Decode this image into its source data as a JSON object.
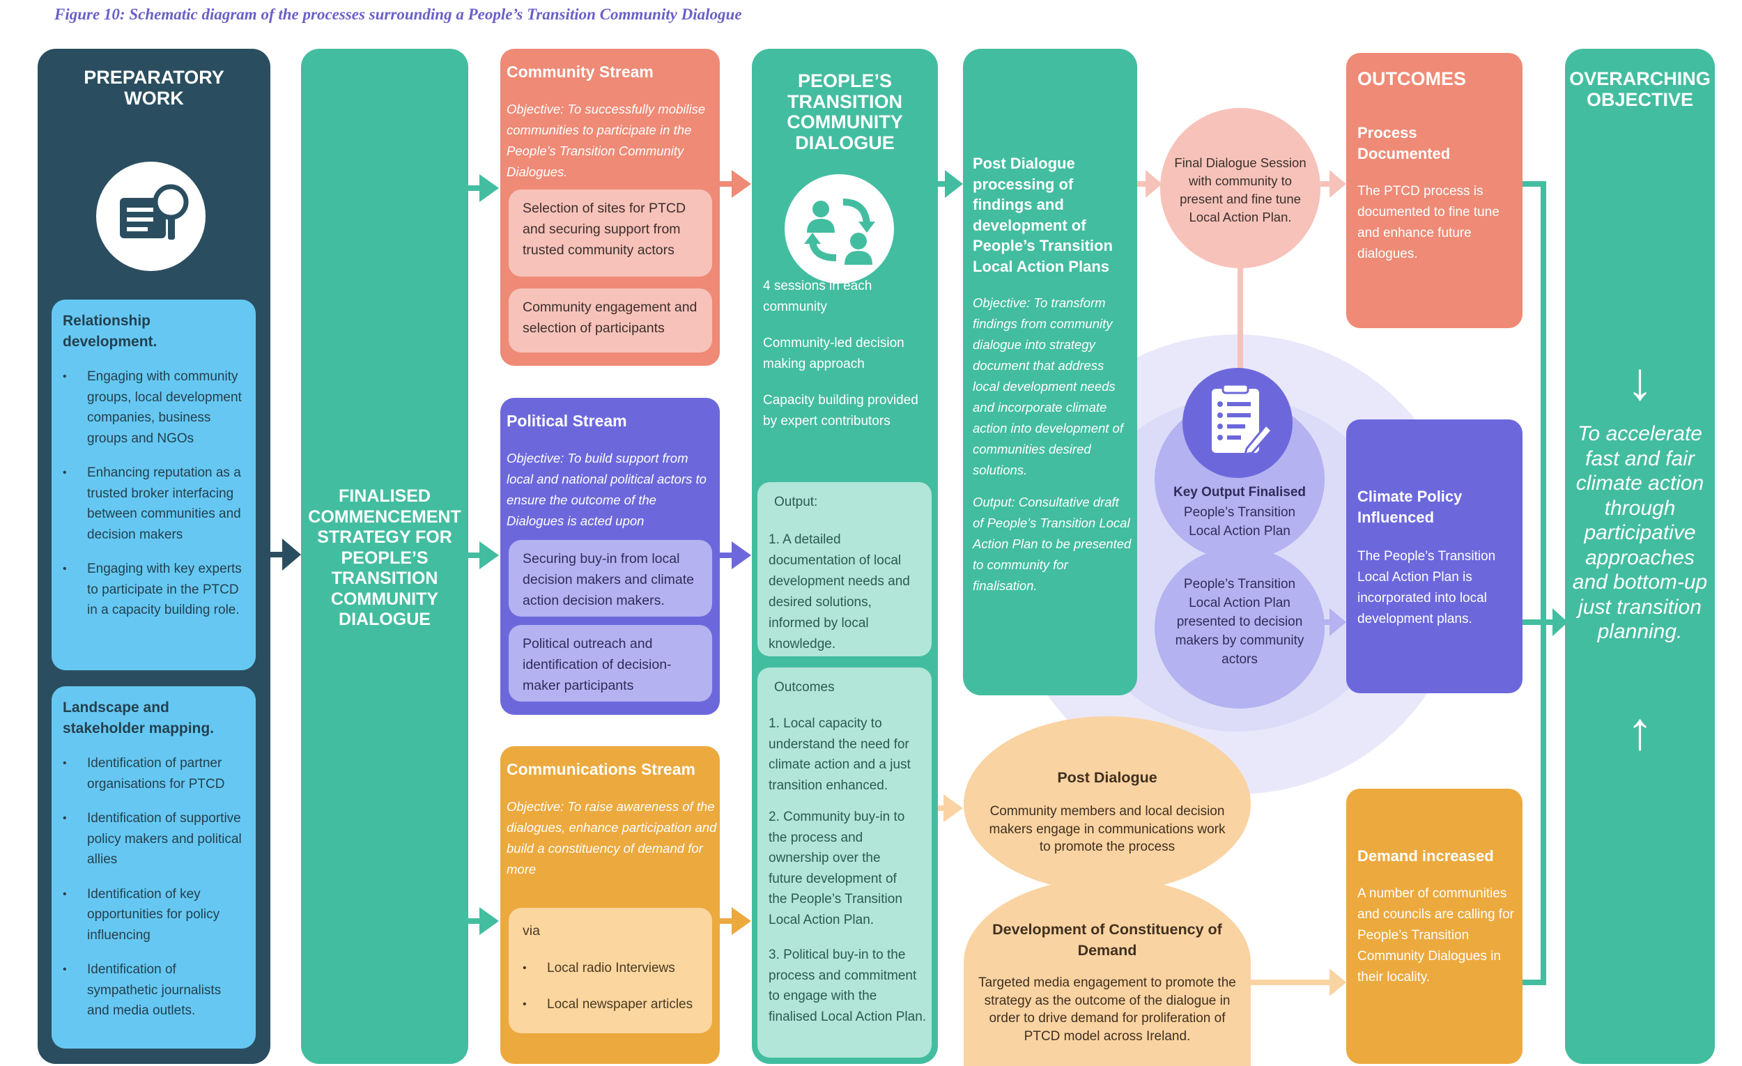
{
  "caption": "Figure 10: Schematic diagram of the processes surrounding a People’s Transition Community Dialogue",
  "colors": {
    "dark_teal": "#2a4e5f",
    "teal": "#43bda0",
    "light_blue": "#66c8f2",
    "salmon": "#ee8a76",
    "salmon_light": "#f7c2b9",
    "purple": "#6c68dc",
    "purple_light": "#b4b2f0",
    "orange": "#eca93e",
    "orange_light": "#fbd69f",
    "mint": "#b2e6d9",
    "peach": "#fad3a2",
    "lavender_glow": "#e8e7fa"
  },
  "preparatory": {
    "title_line1": "PREPARATORY",
    "title_line2": "WORK",
    "icon": "document-search-icon",
    "rel_title": "Relationship development.",
    "rel_items": [
      "Engaging with community groups, local development companies, business groups and NGOs",
      "Enhancing reputation as a trusted broker interfacing between communities and decision makers",
      "Engaging with key experts to participate in the PTCD in a capacity building role."
    ],
    "land_title": "Landscape and stakeholder mapping.",
    "land_items": [
      "Identification of partner organisations for PTCD",
      "Identification of supportive policy makers and political allies",
      "Identification of key opportunities for policy influencing",
      "Identification of sympathetic journalists and media outlets."
    ]
  },
  "finalised": {
    "text": "FINALISED COMMENCEMENT STRATEGY FOR PEOPLE’S TRANSITION COMMUNITY DIALOGUE"
  },
  "community": {
    "title": "Community Stream",
    "objective": "Objective: To successfully mobilise communities to participate in the People’s Transition Community Dialogues.",
    "items": [
      "Selection of sites for PTCD and securing support from trusted community actors",
      "Community engagement and selection of participants"
    ]
  },
  "political": {
    "title": "Political Stream",
    "objective": "Objective: To build support from local and national political actors to ensure the outcome of the Dialogues is acted upon",
    "items": [
      "Securing buy-in from local decision makers and climate action decision makers.",
      "Political outreach and identification of decision-maker participants"
    ]
  },
  "communications": {
    "title": "Communications Stream",
    "objective": "Objective: To raise awareness of the dialogues, enhance participation and build a constituency of demand for more",
    "via": "via",
    "items": [
      "Local radio Interviews",
      "Local newspaper articles"
    ]
  },
  "dialogue": {
    "title": "PEOPLE’S TRANSITION COMMUNITY DIALOGUE",
    "icon": "people-cycle-icon",
    "points": [
      "4 sessions in each community",
      "Community-led decision making approach",
      "Capacity building provided by expert contributors"
    ],
    "output_label": "Output:",
    "output_text": "1. A detailed documentation of local development needs and desired solutions, informed by local knowledge.",
    "outcomes_label": "Outcomes",
    "outcomes": [
      "1. Local capacity to understand the need for climate action and a just transition enhanced.",
      "2. Community buy-in to the process and ownership over the future development of the People’s Transition Local Action Plan.",
      "3. Political buy-in to the process and commitment to engage with the finalised Local Action Plan."
    ]
  },
  "post_processing": {
    "title": "Post Dialogue processing of findings and development of People’s Transition Local Action Plans",
    "objective": "Objective: To transform findings from community dialogue into strategy document that address local development needs and incorporate climate action into development of communities desired solutions.",
    "output": "Output: Consultative draft of People’s Transition Local Action Plan to be presented to community for finalisation."
  },
  "final_session": {
    "text": "Final Dialogue Session with community to present and fine tune Local Action Plan."
  },
  "key_output": {
    "icon": "checklist-pen-icon",
    "title": "Key Output Finalised",
    "text": "People’s Transition Local Action Plan"
  },
  "presented": {
    "text": "People’s Transition Local Action Plan presented to decision makers by community actors"
  },
  "post_dialogue": {
    "title": "Post Dialogue",
    "text": "Community members and local decision makers engage in communications work to promote the process"
  },
  "constituency": {
    "title": "Development of Constituency of Demand",
    "text": "Targeted media engagement to promote the strategy as the outcome of the dialogue in order to drive demand for proliferation of PTCD model across Ireland."
  },
  "outcomes": {
    "title": "OUTCOMES",
    "process_title": "Process Documented",
    "process_text": "The PTCD process is documented to fine tune and enhance future dialogues.",
    "climate_title": "Climate Policy Influenced",
    "climate_text": "The People’s Transition Local Action Plan is incorporated into local development plans.",
    "demand_title": "Demand increased",
    "demand_text": "A number of communities and councils are calling for People’s Transition Community Dialogues in their locality."
  },
  "overarching": {
    "title_line1": "OVERARCHING",
    "title_line2": "OBJECTIVE",
    "arrow_down": "↓",
    "arrow_up": "↑",
    "text": "To accelerate fast and fair climate action through participative approaches and bottom-up just transition planning."
  }
}
